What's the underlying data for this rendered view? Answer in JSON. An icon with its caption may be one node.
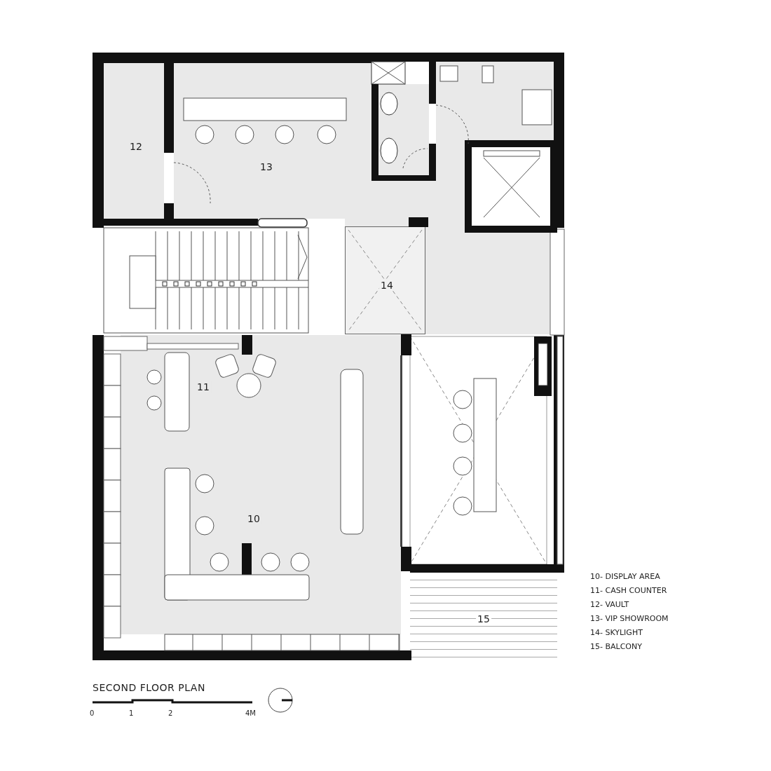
{
  "diagram": {
    "title": "SECOND FLOOR PLAN",
    "nodes": [
      {
        "text": [
          "12"
        ]
      },
      {
        "text": [
          "13"
        ]
      },
      {
        "text": [
          "14"
        ]
      },
      {
        "text": [
          "11"
        ]
      },
      {
        "text": [
          "10"
        ]
      },
      {
        "text": [
          "15"
        ]
      }
    ],
    "labels": [
      "10- DISPLAY AREA",
      "11- CASH COUNTER",
      "12- VAULT",
      "13- VIP SHOWROOM",
      "14- SKYLIGHT",
      "15- BALCONY",
      "0",
      "1",
      "2",
      "4M"
    ]
  }
}
